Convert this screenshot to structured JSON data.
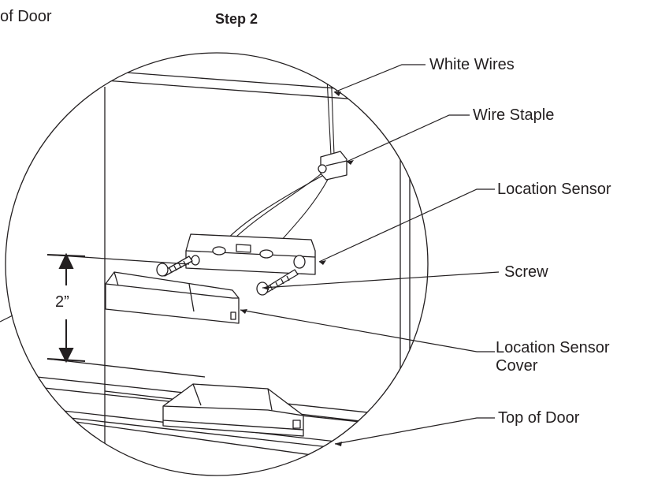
{
  "step_title": "Step 2",
  "partial_label": "of Door",
  "dimension": "2”",
  "callouts": {
    "white_wires": "White Wires",
    "wire_staple": "Wire Staple",
    "location_sensor": "Location Sensor",
    "screw": "Screw",
    "sensor_cover_line1": "Location Sensor",
    "sensor_cover_line2": "Cover",
    "top_of_door": "Top of Door"
  },
  "colors": {
    "line": "#231f20",
    "background": "#ffffff"
  }
}
